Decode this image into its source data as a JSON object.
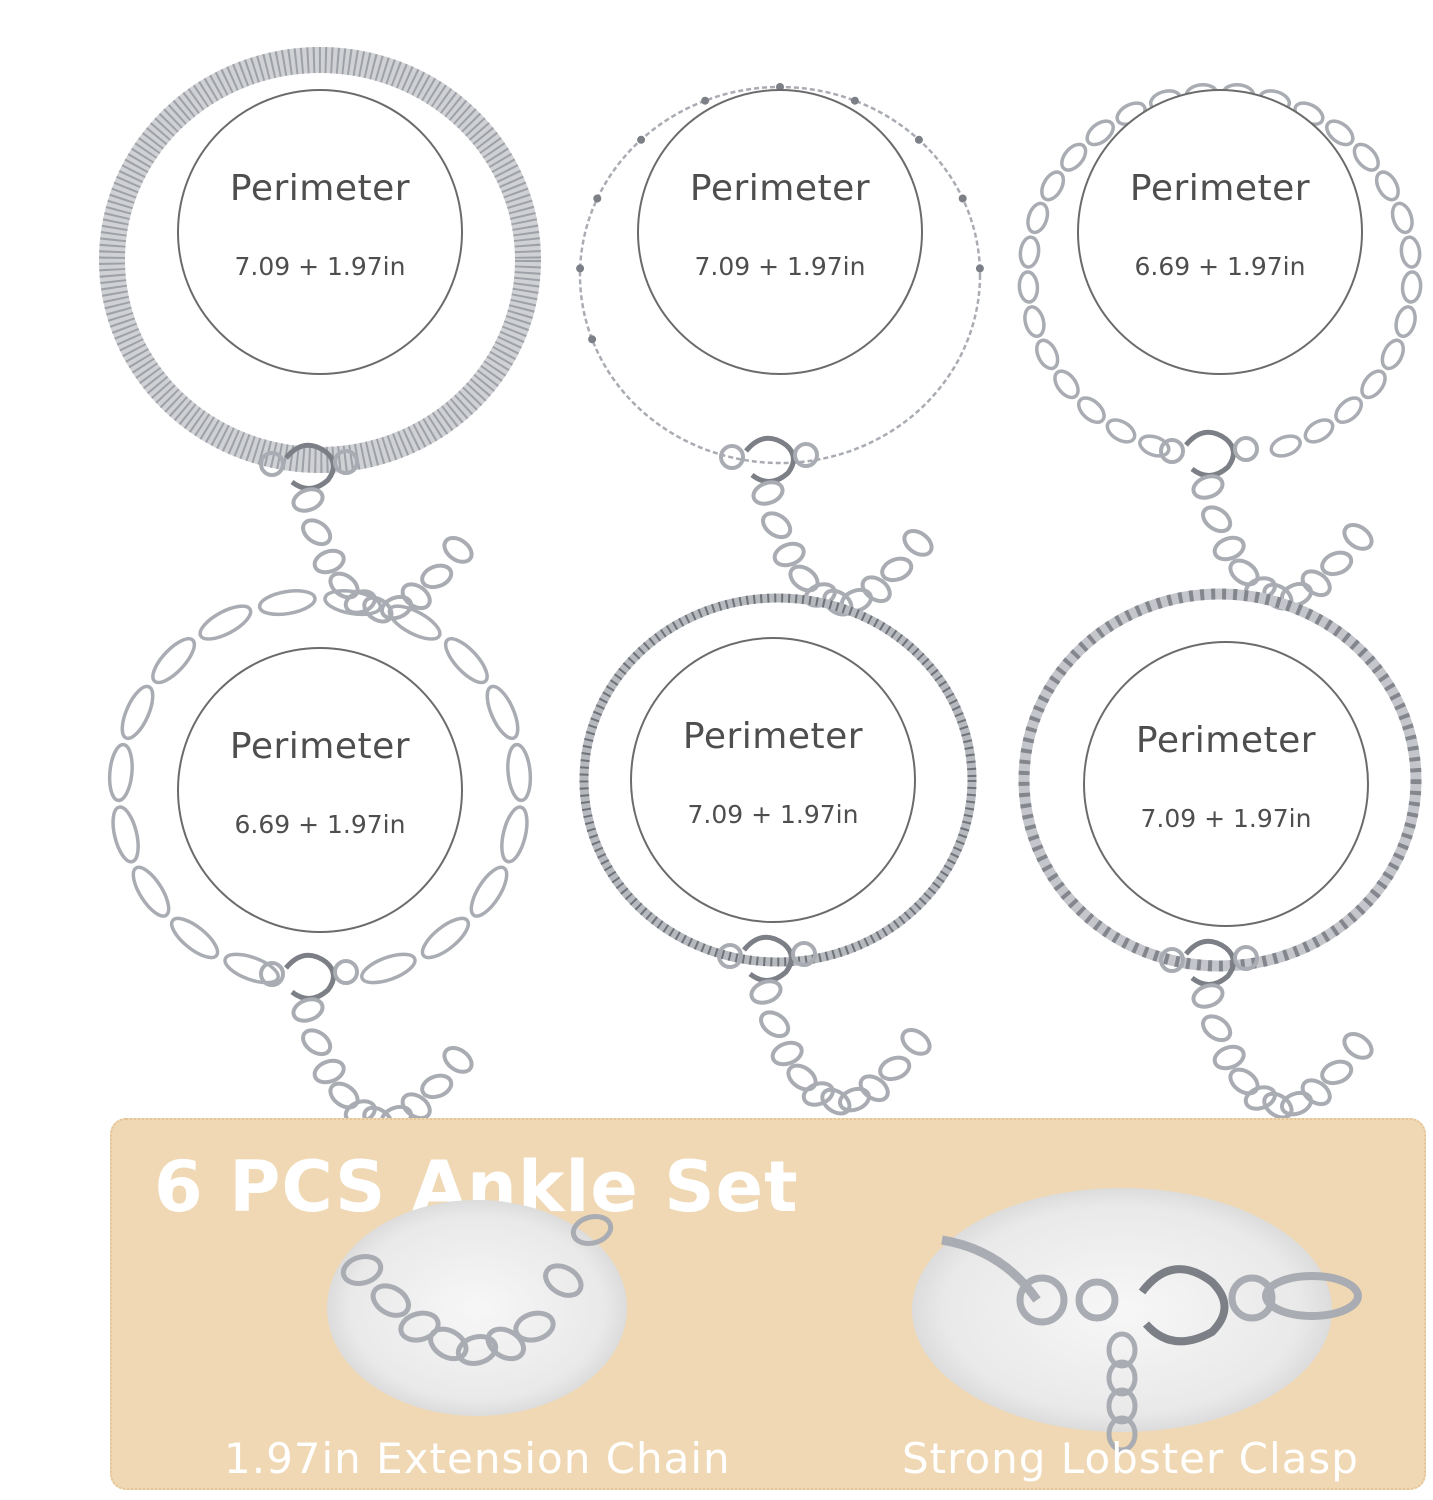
{
  "product_cards": [
    {
      "style": "herringbone",
      "heading": "Perimeter",
      "measurement": "7.09 + 1.97in"
    },
    {
      "style": "satellite",
      "heading": "Perimeter",
      "measurement": "7.09 + 1.97in"
    },
    {
      "style": "figaro",
      "heading": "Perimeter",
      "measurement": "6.69 + 1.97in"
    },
    {
      "style": "paperclip",
      "heading": "Perimeter",
      "measurement": "6.69 + 1.97in"
    },
    {
      "style": "box",
      "heading": "Perimeter",
      "measurement": "7.09 + 1.97in"
    },
    {
      "style": "rope",
      "heading": "Perimeter",
      "measurement": "7.09 + 1.97in"
    }
  ],
  "banner": {
    "title": "6 PCS Ankle Set",
    "features": [
      {
        "icon": "extension-chain-closeup",
        "caption": "1.97in Extension Chain"
      },
      {
        "icon": "lobster-clasp-closeup",
        "caption": "Strong Lobster Clasp"
      }
    ]
  },
  "colors": {
    "banner_background": "#efd8b3",
    "banner_text": "#ffffff",
    "silver": "#a9acb2",
    "label_text": "#4e4e4e"
  }
}
